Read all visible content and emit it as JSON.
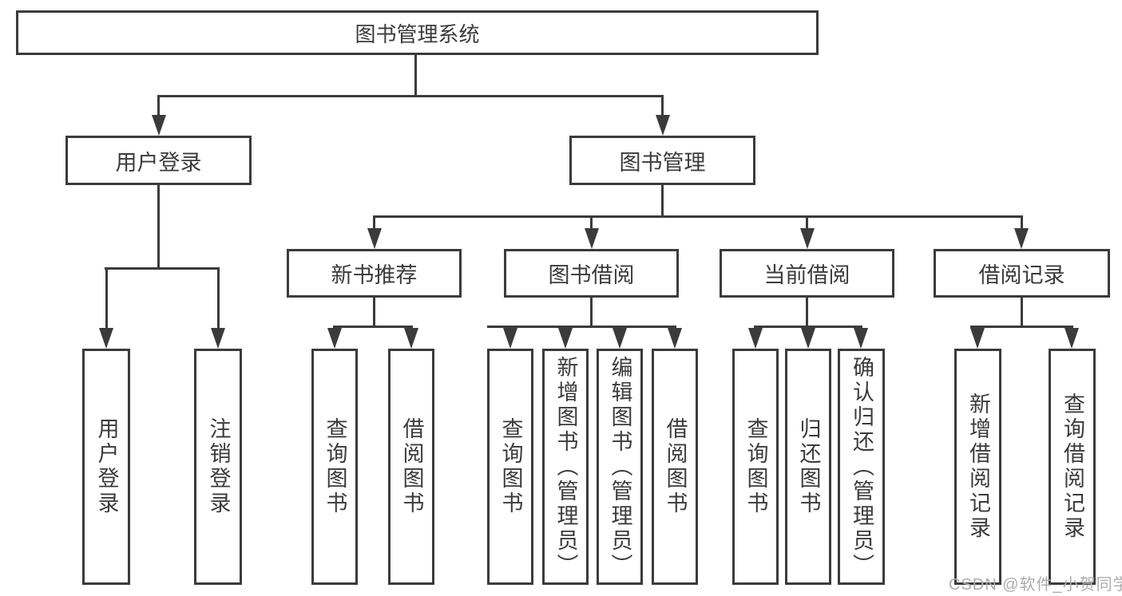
{
  "diagram": {
    "title": "图书管理系统",
    "nodes": {
      "root": "图书管理系统",
      "user_login": "用户登录",
      "book_management": "图书管理",
      "new_book_recommend": "新书推荐",
      "book_borrowing": "图书借阅",
      "current_borrowing": "当前借阅",
      "borrowing_records": "借阅记录",
      "leaf_user_login": "用户登录",
      "leaf_logout": "注销登录",
      "leaf_nbr_query_books": "查询图书",
      "leaf_nbr_borrow_books": "借阅图书",
      "leaf_bb_query_books": "查询图书",
      "leaf_bb_add_books": "新增图书（管理员）",
      "leaf_bb_edit_books": "编辑图书（管理员）",
      "leaf_bb_borrow_books": "借阅图书",
      "leaf_cb_query_books": "查询图书",
      "leaf_cb_return_books": "归还图书",
      "leaf_cb_confirm_return": "确认归还（管理员）",
      "leaf_br_add_record": "新增借阅记录",
      "leaf_br_query_record": "查询借阅记录"
    },
    "hierarchy": {
      "图书管理系统": {
        "用户登录": [
          "用户登录",
          "注销登录"
        ],
        "图书管理": {
          "新书推荐": [
            "查询图书",
            "借阅图书"
          ],
          "图书借阅": [
            "查询图书",
            "新增图书（管理员）",
            "编辑图书（管理员）",
            "借阅图书"
          ],
          "当前借阅": [
            "查询图书",
            "归还图书",
            "确认归还（管理员）"
          ],
          "借阅记录": [
            "新增借阅记录",
            "查询借阅记录"
          ]
        }
      }
    }
  },
  "watermark": {
    "text": "CSDN @软件_小贺同学"
  },
  "colors": {
    "line": "#3b3b3b",
    "text": "#3b3b3b",
    "background": "#ffffff",
    "watermark": "#adadad"
  }
}
